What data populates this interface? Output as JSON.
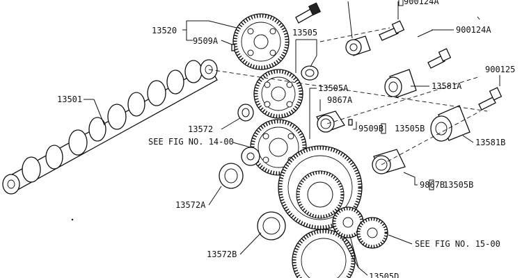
{
  "labels": {
    "p13520": "13520",
    "p9509A": "9509A",
    "p13505": "13505",
    "p900124A_top": "900124A",
    "p900124A": "900124A",
    "p900125": "900125",
    "p13501": "13501",
    "p13505A": "13505A",
    "p13581A": "13581A",
    "p9867A": "9867A",
    "p13572": "13572",
    "p9509B": "9509B",
    "p13505B_1": "13505B",
    "see_fig_14": "SEE FIG NO. 14-00",
    "p13581B": "13581B",
    "p9867B": "9867B",
    "p13505B_2": "13505B",
    "p13572A": "13572A",
    "p13572B": "13572B",
    "see_fig_15": "SEE FIG NO. 15-00",
    "p13505D": "13505D"
  }
}
